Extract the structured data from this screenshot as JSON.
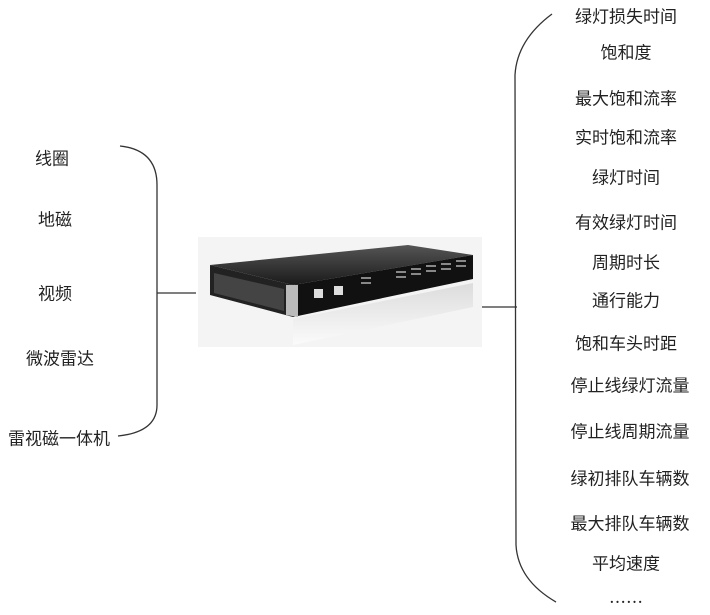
{
  "inputs": [
    {
      "label": "线圈"
    },
    {
      "label": "地磁"
    },
    {
      "label": "视频"
    },
    {
      "label": "微波雷达"
    },
    {
      "label": "雷视磁一体机"
    }
  ],
  "outputs": [
    {
      "label": "绿灯损失时间"
    },
    {
      "label": "饱和度"
    },
    {
      "label": "最大饱和流率"
    },
    {
      "label": "实时饱和流率"
    },
    {
      "label": "绿灯时间"
    },
    {
      "label": "有效绿灯时间"
    },
    {
      "label": "周期时长"
    },
    {
      "label": "通行能力"
    },
    {
      "label": "饱和车头时距"
    },
    {
      "label": "停止线绿灯流量"
    },
    {
      "label": "停止线周期流量"
    },
    {
      "label": "绿初排队车辆数"
    },
    {
      "label": "最大排队车辆数"
    },
    {
      "label": "平均速度"
    },
    {
      "label": "……"
    }
  ],
  "device": {
    "icon": "signal-controller-device-icon"
  }
}
